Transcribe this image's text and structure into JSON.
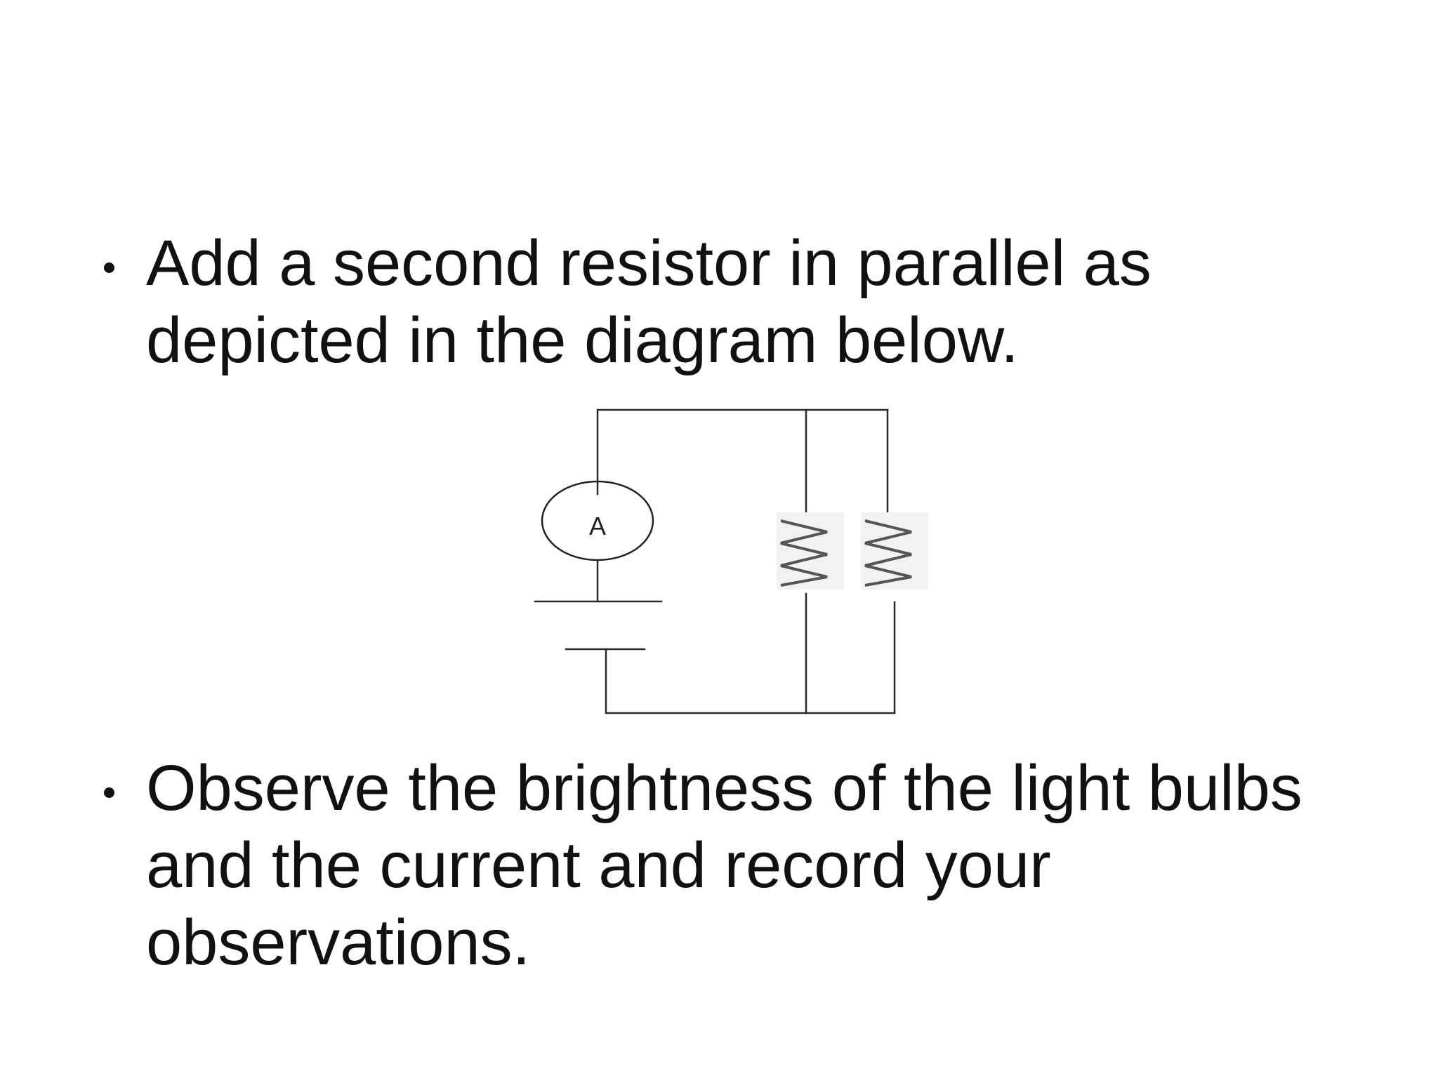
{
  "slide": {
    "bullets": [
      {
        "text": "Add a second resistor in parallel as depicted in the diagram below."
      },
      {
        "text": "Observe the brightness of the light bulbs and the current and record your observations."
      }
    ]
  },
  "diagram": {
    "ammeter_label": "A",
    "components": [
      "ammeter",
      "battery",
      "resistor",
      "resistor"
    ]
  }
}
